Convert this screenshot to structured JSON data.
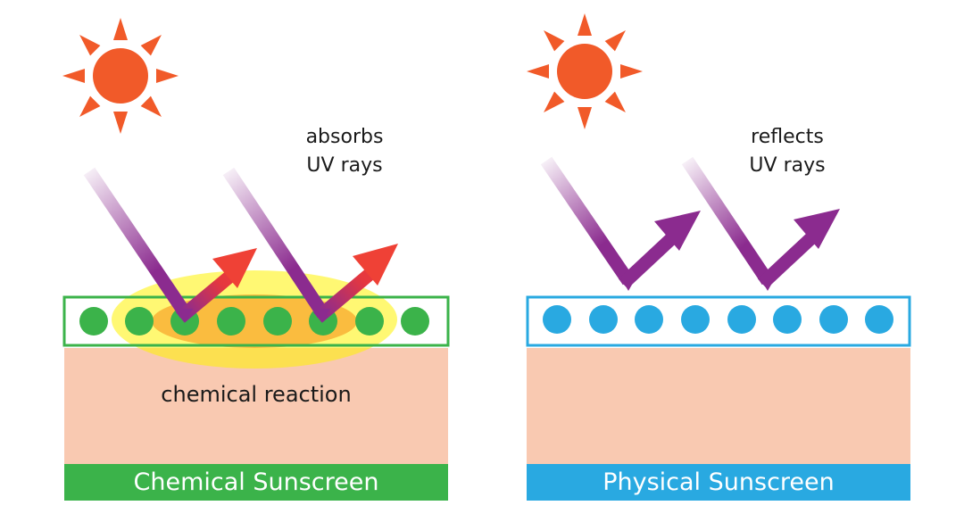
{
  "panels": [
    {
      "id": "chemical",
      "caption_line1": "absorbs",
      "caption_line2": "UV rays",
      "reaction_label": "chemical reaction",
      "bar_label": "Chemical Sunscreen",
      "accent_color": "#3bb34a",
      "dot_color": "#3bb34a",
      "dot_count": 8
    },
    {
      "id": "physical",
      "caption_line1": "reflects",
      "caption_line2": "UV rays",
      "bar_label": "Physical Sunscreen",
      "accent_color": "#29a9e1",
      "dot_color": "#29a9e1",
      "dot_count": 8
    }
  ],
  "colors": {
    "sun": "#f15a29",
    "skin": "#f9c9b1",
    "uv_ray": "#8b2b8f",
    "heat_ray": "#ef4136",
    "reaction_glow": "#fff200"
  },
  "icons": [
    "sun-icon",
    "uv-ray-arrow-icon",
    "heat-ray-arrow-icon"
  ]
}
